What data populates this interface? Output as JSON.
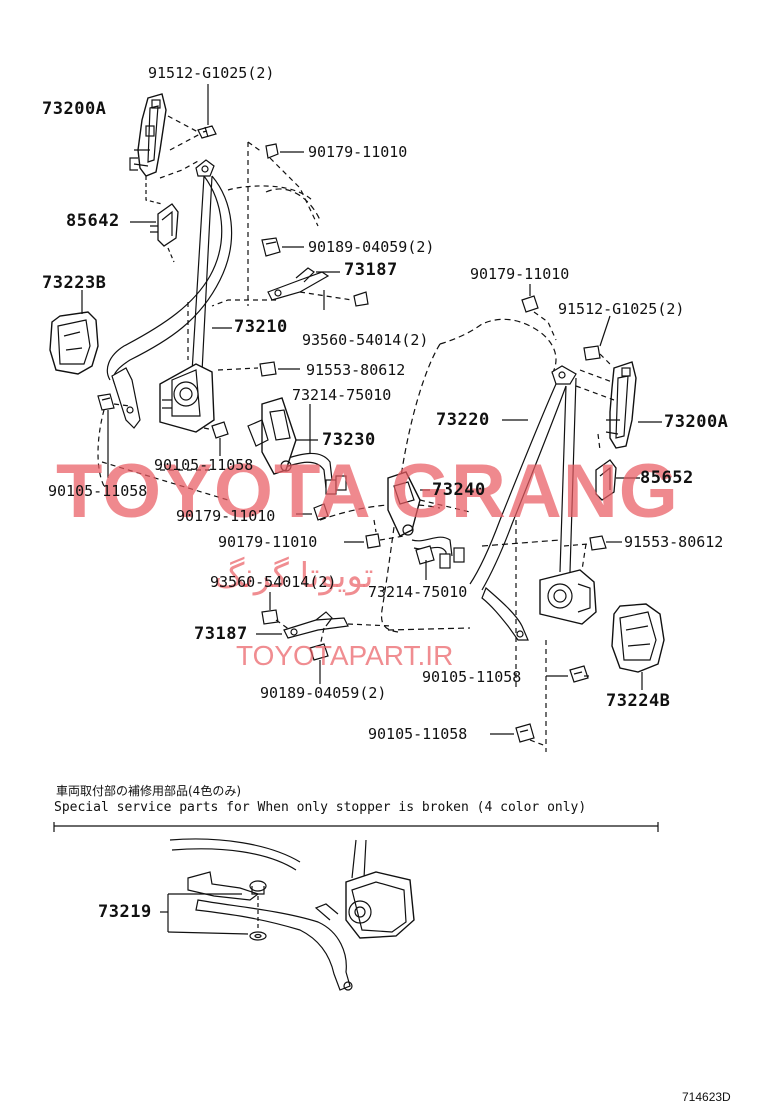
{
  "watermark": {
    "main": "TOYOTA GRANG",
    "persian": "تویوتا گرنگ",
    "url": "TOYOTAPART.IR",
    "color": "#e95c62"
  },
  "labels": {
    "p91512_top": "91512-G1025(2)",
    "p73200A_left": "73200A",
    "p90179_top": "90179-11010",
    "p85642": "85642",
    "p90189_top": "90189-04059(2)",
    "p73187_top": "73187",
    "p73223B": "73223B",
    "p90179_right": "90179-11010",
    "p91512_right": "91512-G1025(2)",
    "p73210": "73210",
    "p93560_top": "93560-54014(2)",
    "p91553_left": "91553-80612",
    "p73214_top": "73214-75010",
    "p73220": "73220",
    "p73200A_right": "73200A",
    "p73230": "73230",
    "p90105_a": "90105-11058",
    "p85652": "85652",
    "p90105_b": "90105-11058",
    "p73240": "73240",
    "p90179_mid": "90179-11010",
    "p90179_low": "90179-11010",
    "p91553_right": "91553-80612",
    "p93560_low": "93560-54014(2)",
    "p73214_low": "73214-75010",
    "p73187_low": "73187",
    "p90189_low": "90189-04059(2)",
    "p90105_c": "90105-11058",
    "p73224B": "73224B",
    "p90105_d": "90105-11058",
    "p73219": "73219"
  },
  "note": {
    "japanese": "車両取付部の補修用部品(4色のみ)",
    "english": "Special  service  parts  for  When  only  stopper  is  broken  (4 color  only)"
  },
  "diagram_id": "714623D"
}
